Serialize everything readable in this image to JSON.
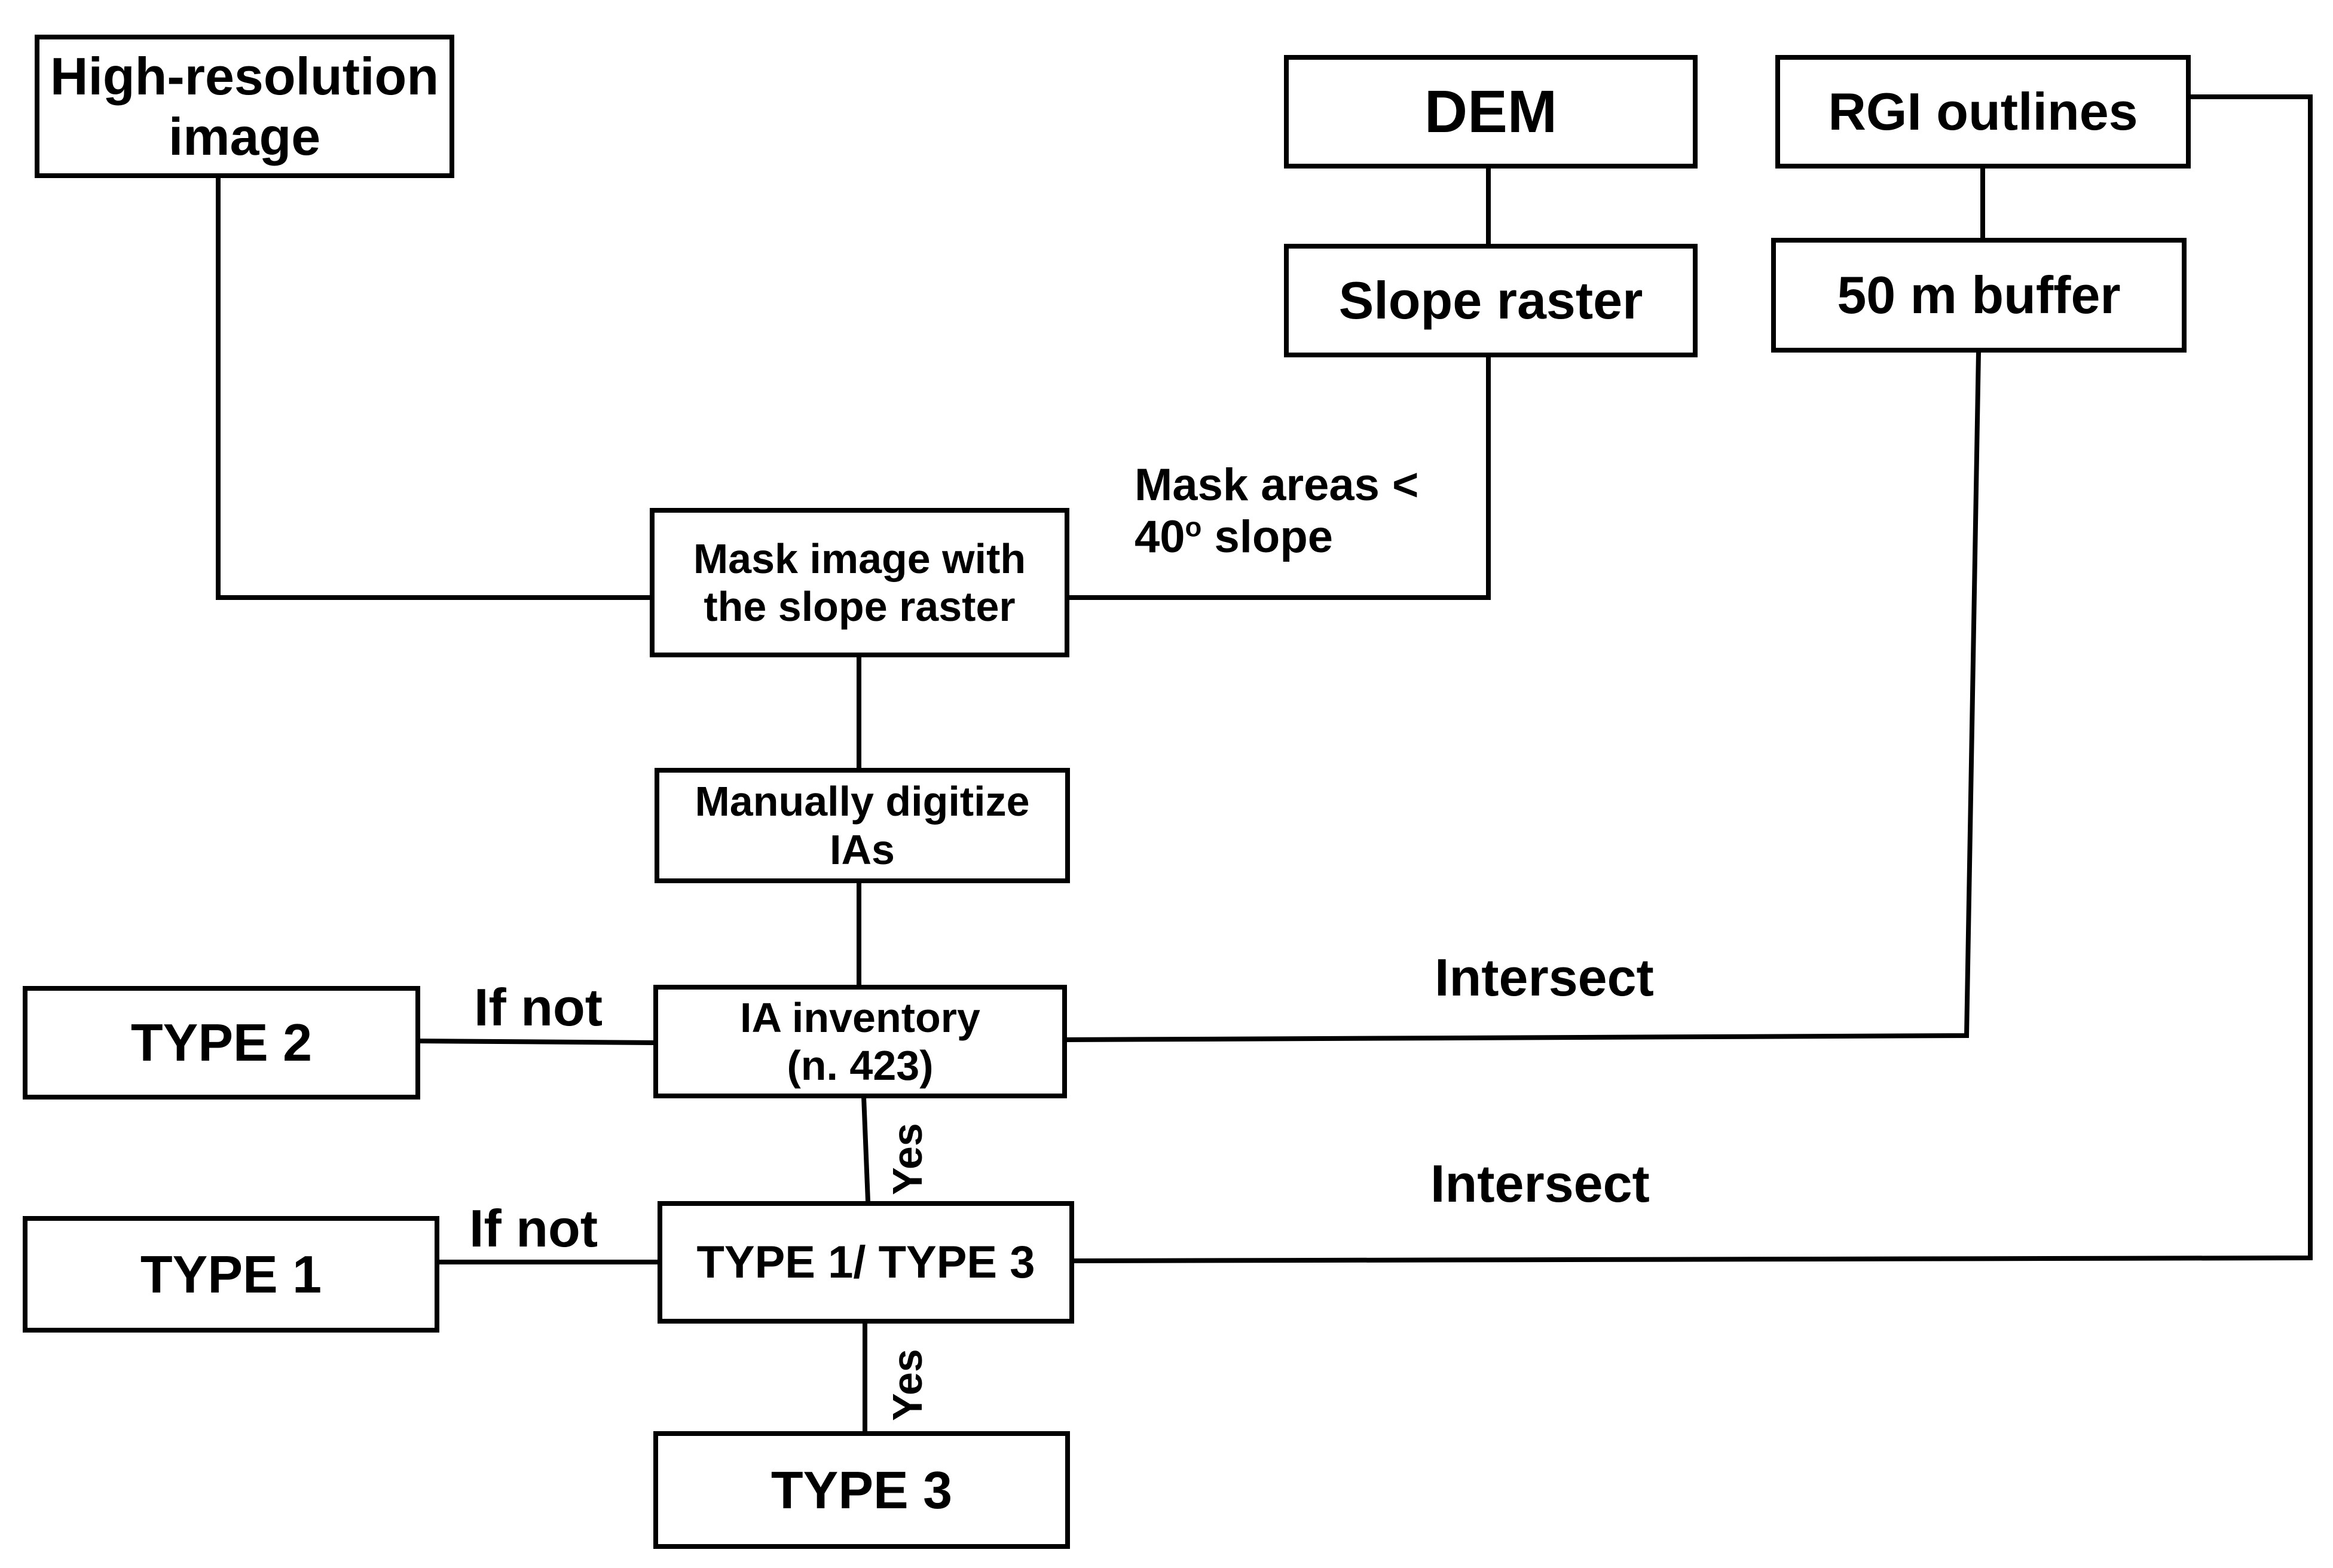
{
  "nodes": {
    "high_res_image": {
      "line1": "High-resolution",
      "line2": "image"
    },
    "dem": "DEM",
    "slope_raster": "Slope raster",
    "rgi_outlines": "RGI outlines",
    "buffer": "50 m buffer",
    "mask_image": {
      "line1": "Mask image with",
      "line2": "the slope raster"
    },
    "digitize": {
      "line1": "Manually digitize",
      "line2": "IAs"
    },
    "inventory": {
      "line1": "IA inventory",
      "line2": "(n. 423)"
    },
    "type13": "TYPE 1/ TYPE 3",
    "type2": "TYPE 2",
    "type1": "TYPE 1",
    "type3": "TYPE 3"
  },
  "edge_labels": {
    "mask_areas_line1": "Mask areas <",
    "mask_areas_line2_num": "40",
    "mask_areas_line2_sup": "o",
    "mask_areas_line2_rest": " slope",
    "intersect_upper": "Intersect",
    "intersect_lower": "Intersect",
    "if_not_upper": "If not",
    "if_not_lower": "If not",
    "yes_upper": "Yes",
    "yes_lower": "Yes"
  },
  "colors": {
    "line": "#000000",
    "background": "#ffffff"
  }
}
